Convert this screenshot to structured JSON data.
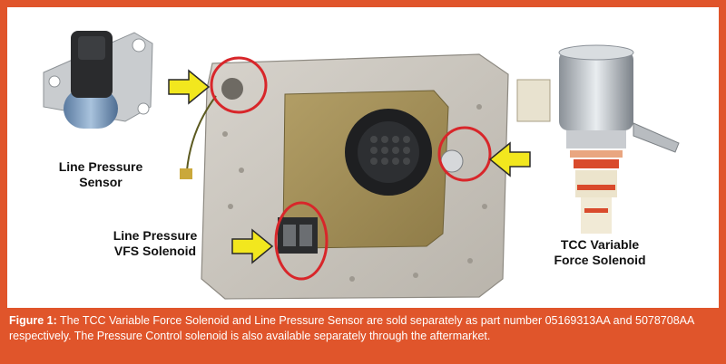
{
  "labels": {
    "line_pressure_sensor": "Line Pressure\nSensor",
    "line_pressure_vfs": "Line Pressure\nVFS Solenoid",
    "tcc_variable_force": "TCC Variable\nForce Solenoid"
  },
  "caption": {
    "figure_label": "Figure 1:",
    "text": "The TCC Variable Force Solenoid and Line Pressure Sensor are sold separately as part number 05169313AA and 5078708AA respectively.  The Pressure Control solenoid is also available separately through the aftermarket."
  },
  "colors": {
    "frame": "#e0552b",
    "highlight_circle": "#d8262a",
    "arrow": "#f2e71e"
  }
}
